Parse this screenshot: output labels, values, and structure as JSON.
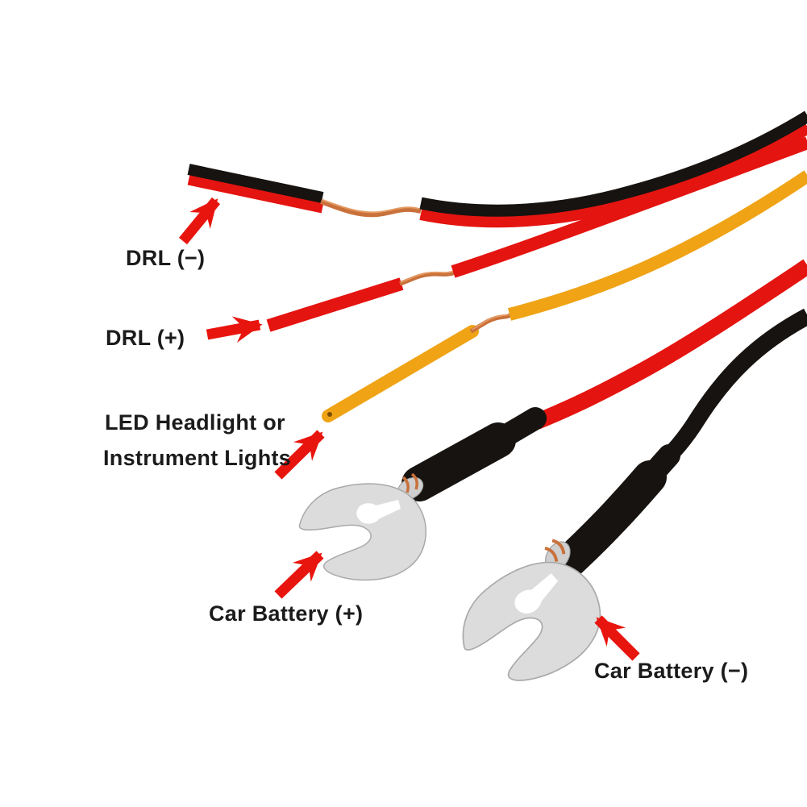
{
  "background": "#ffffff",
  "colors": {
    "arrow_red": "#e8150e",
    "wire_red": "#e41410",
    "wire_black": "#161310",
    "wire_yellow": "#efa315",
    "copper": "#c9713b",
    "copper_light": "#e69a63",
    "terminal_silver": "#dcdcdc",
    "terminal_edge": "#a9a9a9",
    "label_text": "#1b1b1b"
  },
  "annotations": [
    {
      "id": "drl-negative",
      "text": "DRL (−)",
      "target": "black-red twin wire with stripped copper section"
    },
    {
      "id": "drl-positive",
      "text": "DRL (+)",
      "target": "red wire with stripped copper section"
    },
    {
      "id": "led-or-instrument",
      "text_line1": "LED Headlight or",
      "text_line2": "Instrument Lights",
      "target": "yellow wire with stripped copper section"
    },
    {
      "id": "car-battery-positive",
      "text": "Car Battery (+)",
      "target": "fork terminal on red cable"
    },
    {
      "id": "car-battery-negative",
      "text": "Car Battery (−)",
      "target": "fork terminal on black cable"
    }
  ],
  "wires": [
    {
      "name": "drl-twin-lead",
      "colors": [
        "black",
        "red"
      ],
      "feature": "exposed twisted copper in middle",
      "label": "DRL (−)"
    },
    {
      "name": "drl-positive-wire",
      "colors": [
        "red"
      ],
      "feature": "exposed twisted copper in middle",
      "label": "DRL (+)"
    },
    {
      "name": "accessory-wire",
      "colors": [
        "yellow"
      ],
      "feature": "exposed twisted copper in middle",
      "label": "LED Headlight or Instrument Lights"
    },
    {
      "name": "battery-positive-cable",
      "colors": [
        "red"
      ],
      "feature": "black heat-shrink and fork terminal",
      "label": "Car Battery (+)"
    },
    {
      "name": "battery-negative-cable",
      "colors": [
        "black"
      ],
      "feature": "black heat-shrink and fork terminal",
      "label": "Car Battery (−)"
    }
  ]
}
